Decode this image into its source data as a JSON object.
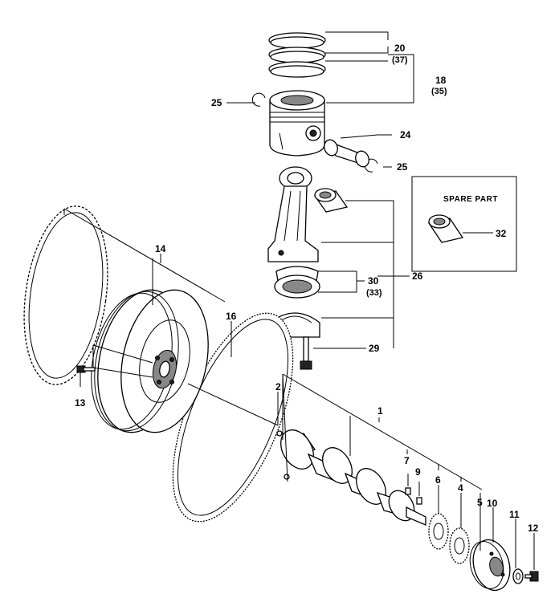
{
  "labels": {
    "p1": "1",
    "p2": "2",
    "p4": "4",
    "p5": "5",
    "p6": "6",
    "p7": "7",
    "p9": "9",
    "p10": "10",
    "p11": "11",
    "p12": "12",
    "p13": "13",
    "p14": "14",
    "p16": "16",
    "p18": "18",
    "p18_alt": "(35)",
    "p20": "20",
    "p20_alt": "(37)",
    "p24": "24",
    "p25_left": "25",
    "p25_right": "25",
    "p26": "26",
    "p29": "29",
    "p30": "30",
    "p30_alt": "(33)",
    "p32": "32"
  },
  "spare_box": {
    "title": "SPARE PART"
  }
}
